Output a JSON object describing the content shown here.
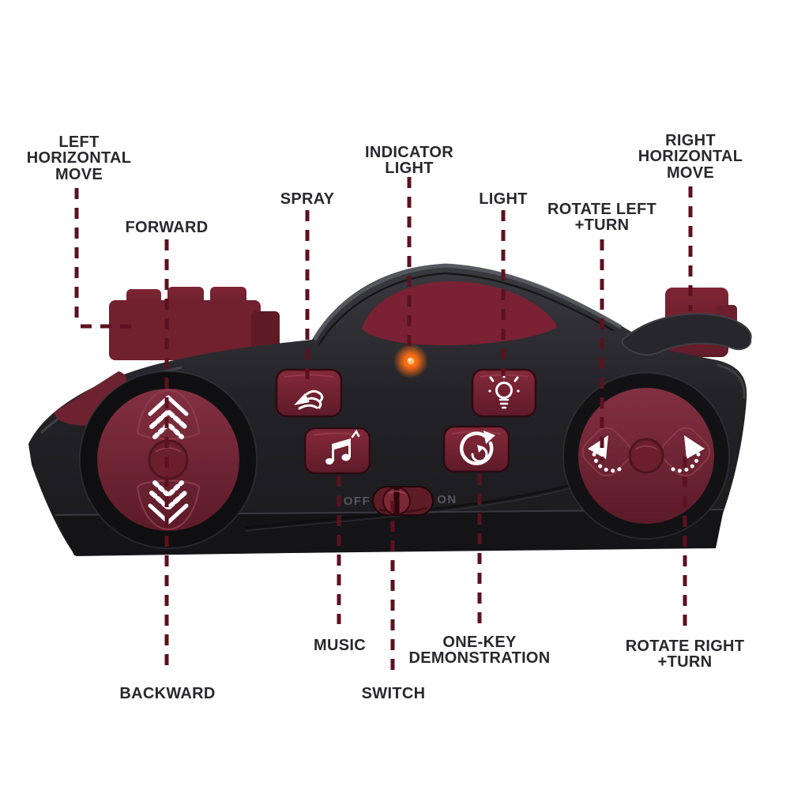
{
  "device": {
    "type": "toy car shaped remote control",
    "colors": {
      "background": "#ffffff",
      "body": "#232327",
      "accent_maroon": "#7b2433",
      "callout_line": "#5c1120",
      "label_text": "#29292d",
      "led": "#ff6a12"
    }
  },
  "callouts": {
    "left_horizontal_move": [
      "LEFT",
      "HORIZONTAL",
      "MOVE"
    ],
    "forward": [
      "FORWARD"
    ],
    "spray": [
      "SPRAY"
    ],
    "indicator_light": [
      "INDICATOR",
      "LIGHT"
    ],
    "light": [
      "LIGHT"
    ],
    "rotate_left_turn": [
      "ROTATE LEFT",
      "+TURN"
    ],
    "right_horizontal_move": [
      "RIGHT",
      "HORIZONTAL",
      "MOVE"
    ],
    "music": [
      "MUSIC"
    ],
    "switch": [
      "SWITCH"
    ],
    "one_key_demonstration": [
      "ONE-KEY",
      "DEMONSTRATION"
    ],
    "backward": [
      "BACKWARD"
    ],
    "rotate_right_turn": [
      "ROTATE RIGHT",
      "+TURN"
    ]
  },
  "switch": {
    "off_label": "OFF",
    "on_label": "ON"
  },
  "icons": {
    "forward": "chevron-up-arrow",
    "backward": "chevron-down-arrow",
    "spray": "spray-puff",
    "light": "light-bulb",
    "music": "music-notes",
    "one_key_demonstration": "circular-arrow",
    "rotate_left": "curved-arrow-counterclockwise",
    "rotate_right": "curved-arrow-clockwise"
  }
}
